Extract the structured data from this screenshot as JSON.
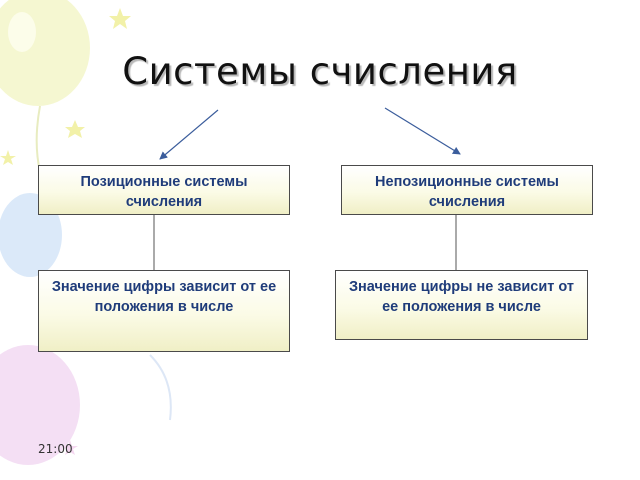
{
  "slide": {
    "title": "Системы счисления",
    "time": "21:00"
  },
  "diagram": {
    "nodes": [
      {
        "id": "positional",
        "label": "Позиционные системы счисления"
      },
      {
        "id": "nonpositional",
        "label": "Непозиционные системы счисления"
      },
      {
        "id": "positional-desc",
        "label": "Значение цифры зависит от ее положения в числе"
      },
      {
        "id": "nonpositional-desc",
        "label": "Значение цифры не зависит от ее положения в числе"
      }
    ],
    "edges": [
      {
        "from": "title",
        "to": "positional"
      },
      {
        "from": "title",
        "to": "nonpositional"
      },
      {
        "from": "positional",
        "to": "positional-desc"
      },
      {
        "from": "nonpositional",
        "to": "nonpositional-desc"
      }
    ]
  }
}
